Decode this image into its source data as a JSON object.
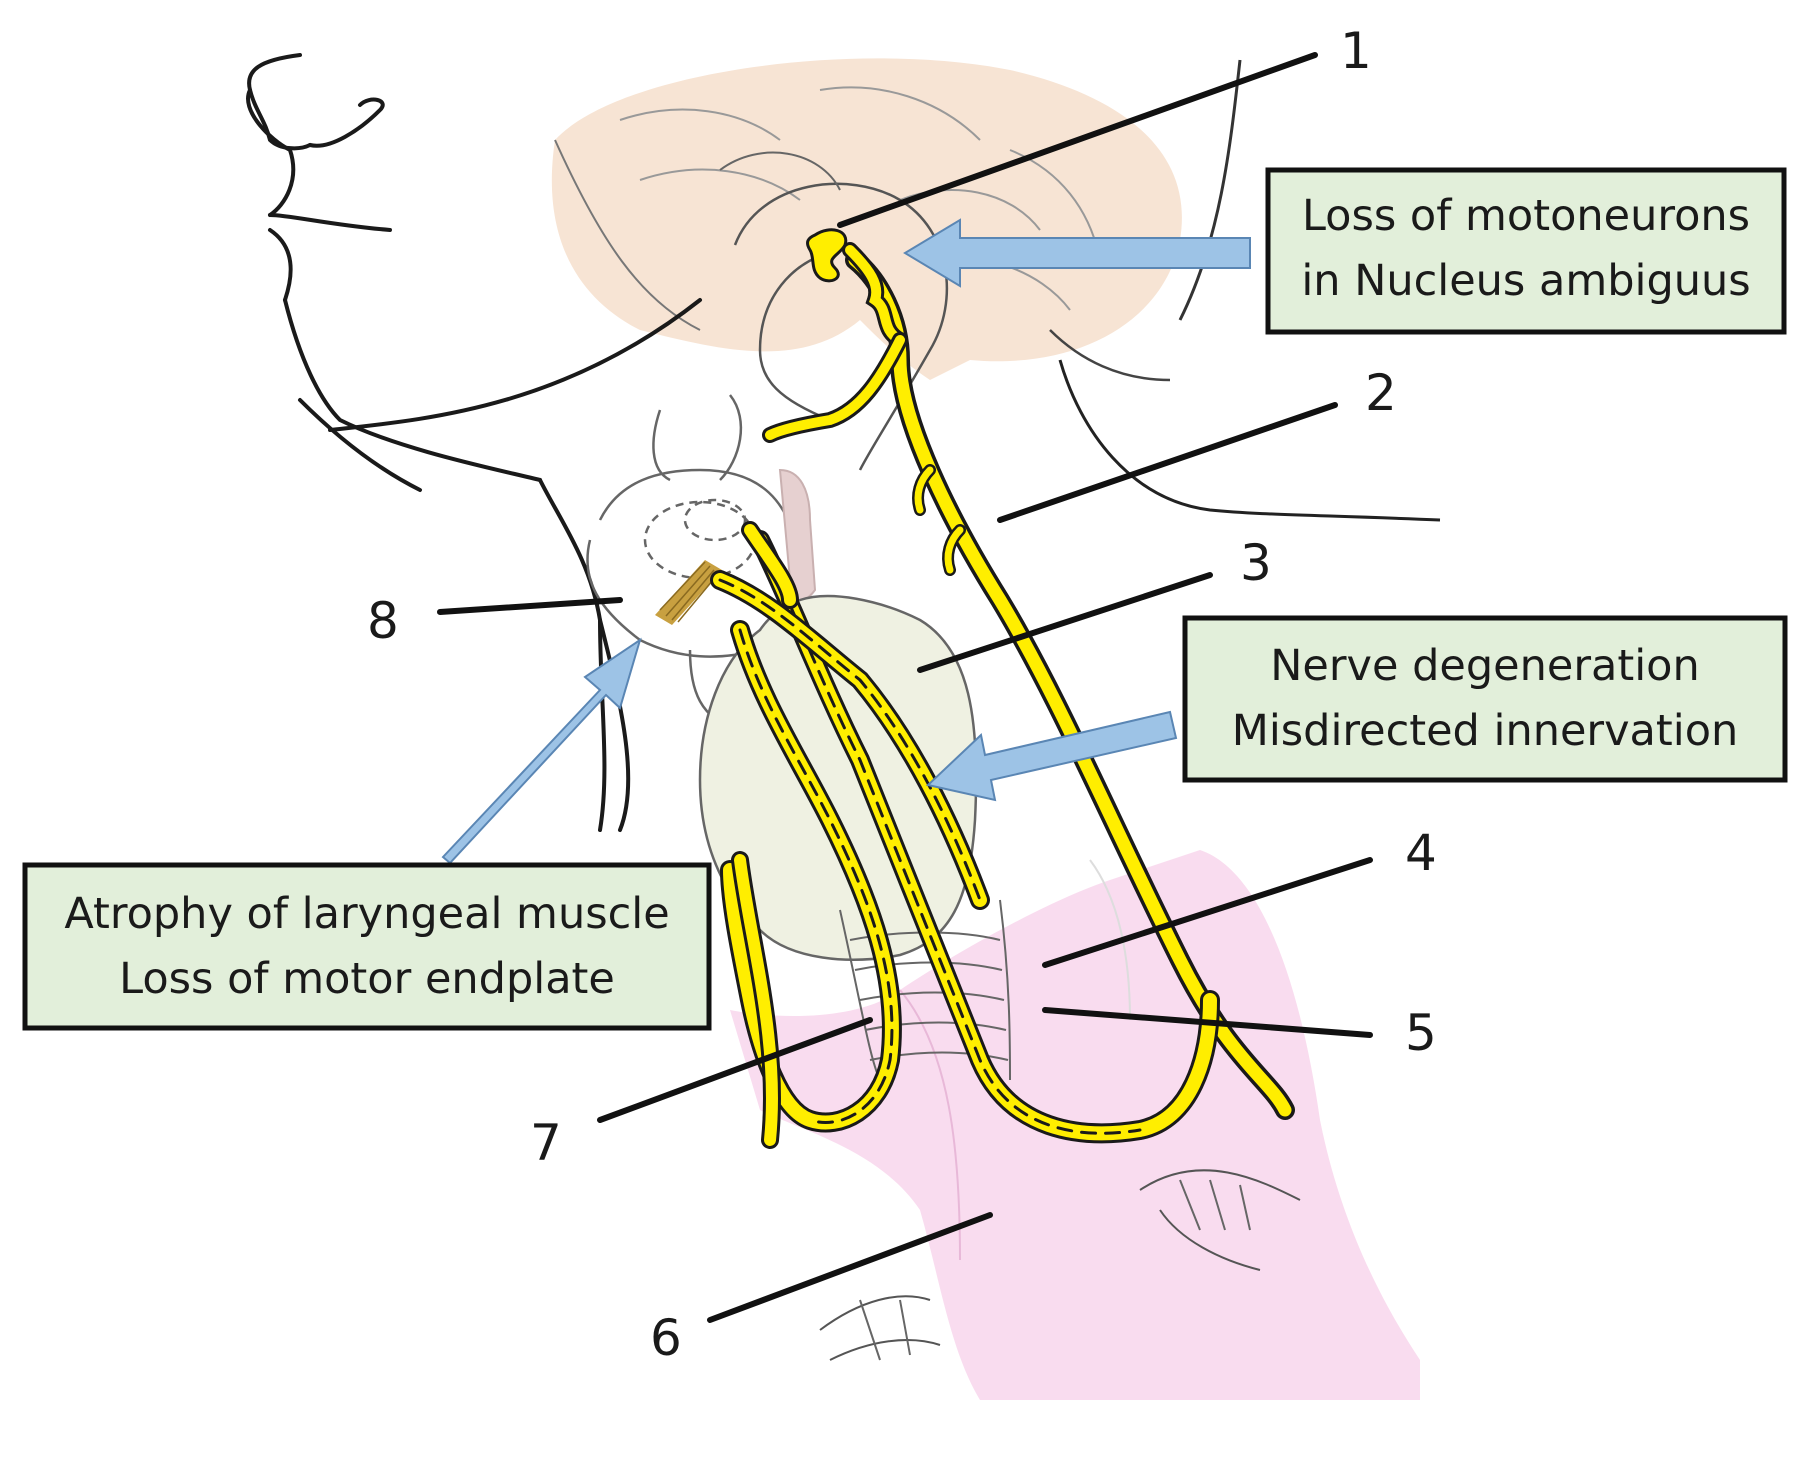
{
  "labels": {
    "n1": "1",
    "n2": "2",
    "n3": "3",
    "n4": "4",
    "n5": "5",
    "n6": "6",
    "n7": "7",
    "n8": "8"
  },
  "callouts": {
    "nucleus": [
      "Loss of motoneurons",
      "in Nucleus ambiguus"
    ],
    "nerve": [
      "Nerve degeneration",
      "Misdirected innervation"
    ],
    "muscle": [
      "Atrophy of laryngeal muscle",
      "Loss of motor endplate"
    ]
  },
  "colors": {
    "brain": "#f7e4d4",
    "thyroid": "#eff1e2",
    "vessels": "#f9dcef",
    "nerve": "#ffee00",
    "arrow": "#9dc3e6",
    "callout_bg": "#e2efda",
    "muscle": "#c8a040"
  }
}
